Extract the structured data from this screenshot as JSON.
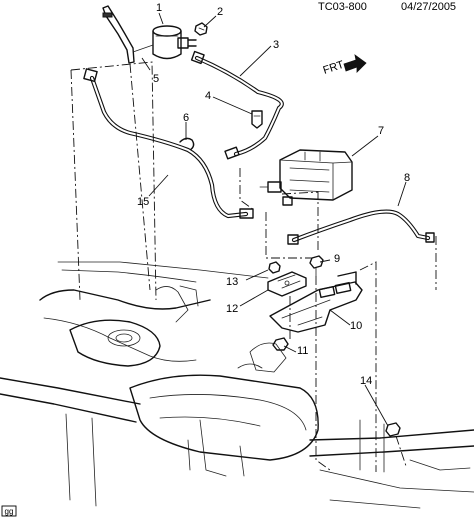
{
  "header": {
    "code": "TC03-800",
    "date": "04/27/2005"
  },
  "front_arrow": {
    "label": "FRT"
  },
  "callouts": [
    "1",
    "2",
    "3",
    "4",
    "5",
    "6",
    "7",
    "8",
    "9",
    "10",
    "11",
    "12",
    "13",
    "14",
    "15"
  ],
  "footer_tag": {
    "label": "gg"
  }
}
